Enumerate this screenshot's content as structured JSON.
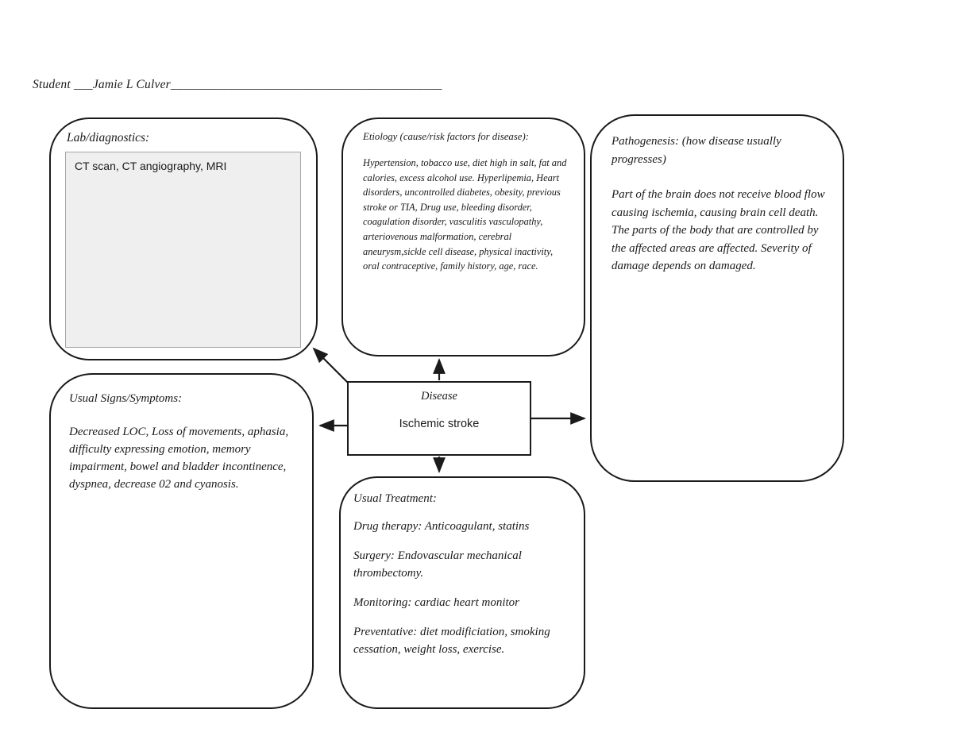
{
  "header": {
    "student_line": "Student ___Jamie L Culver___________________________________________"
  },
  "boxes": {
    "lab": {
      "title": "Lab/diagnostics:",
      "content": "CT scan, CT angiography, MRI"
    },
    "etiology": {
      "title": "Etiology (cause/risk factors for disease):",
      "body": "Hypertension, tobacco use, diet high in salt, fat and calories, excess alcohol use. Hyperlipemia, Heart disorders, uncontrolled diabetes, obesity, previous stroke or TIA, Drug use, bleeding disorder, coagulation disorder, vasculitis vasculopathy, arteriovenous malformation, cerebral aneurysm,sickle cell disease, physical inactivity, oral contraceptive, family history, age, race."
    },
    "pathogenesis": {
      "title": "Pathogenesis: (how disease usually progresses)",
      "body": "Part of the brain does not receive blood flow causing ischemia, causing brain cell death. The parts of the body that are controlled by the affected areas are affected. Severity of damage depends on damaged."
    },
    "signs": {
      "title": "Usual Signs/Symptoms:",
      "body": "Decreased LOC, Loss of movements, aphasia, difficulty expressing emotion, memory impairment, bowel and bladder incontinence, dyspnea, decrease 02 and cyanosis."
    },
    "disease": {
      "label": "Disease",
      "name": "Ischemic stroke"
    },
    "treatment": {
      "title": "Usual Treatment:",
      "paragraphs": [
        "Drug therapy: Anticoagulant, statins",
        "Surgery: Endovascular mechanical thrombectomy.",
        "Monitoring: cardiac heart monitor",
        "Preventative: diet modificiation, smoking cessation, weight loss, exercise."
      ]
    }
  },
  "colors": {
    "ink": "#1a1a1a",
    "lab_fill": "#efefef",
    "background": "#ffffff"
  }
}
